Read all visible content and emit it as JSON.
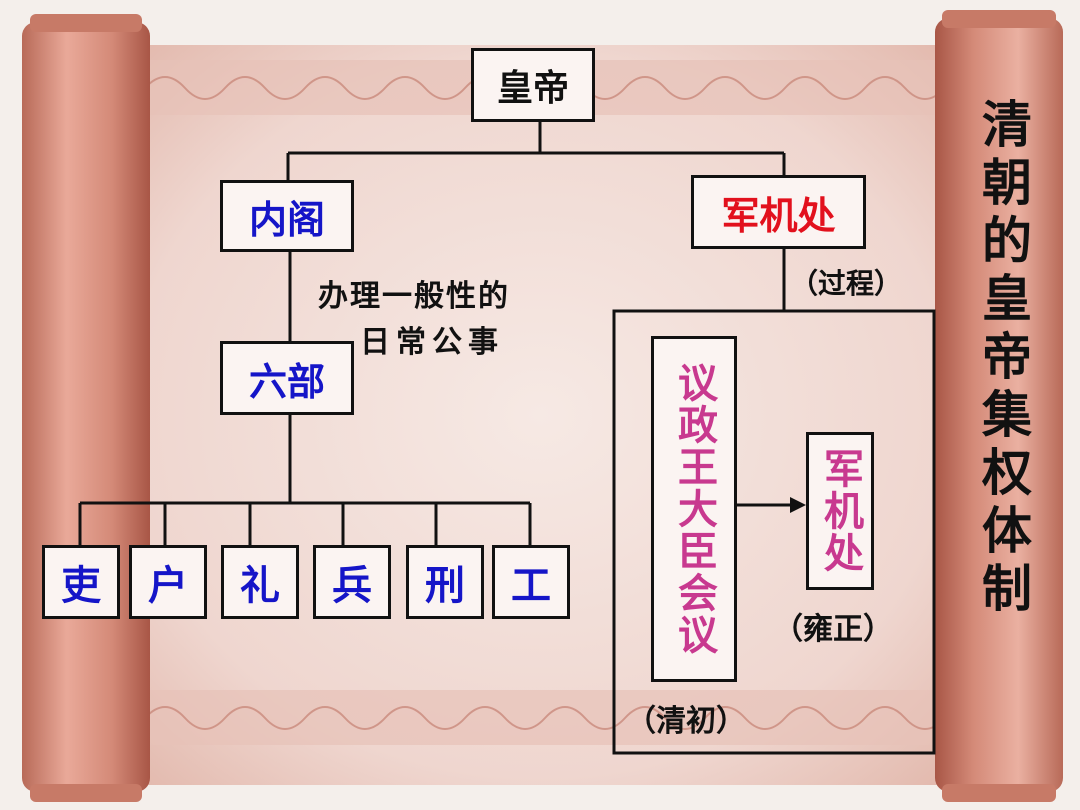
{
  "title": "清朝的皇帝集权体制",
  "nodes": {
    "emperor": "皇帝",
    "cabinet": "内阁",
    "grand_council": "军机处",
    "six_ministries": "六部",
    "deliberative_council": "议政王大臣会议",
    "grand_council_inner": "军机处",
    "ministries": [
      "吏",
      "户",
      "礼",
      "兵",
      "刑",
      "工"
    ]
  },
  "annotations": {
    "cabinet_duty_line1": "办理一般性的",
    "cabinet_duty_line2": "日常公事",
    "process": "（过程）",
    "early_qing": "（清初）",
    "yongzheng": "（雍正）"
  },
  "colors": {
    "parchment": "#f5e6e2",
    "scroll_rod": "#d98c7a",
    "blue_text": "#1515c8",
    "red_text": "#e2111d",
    "magenta_text": "#c8398f"
  }
}
